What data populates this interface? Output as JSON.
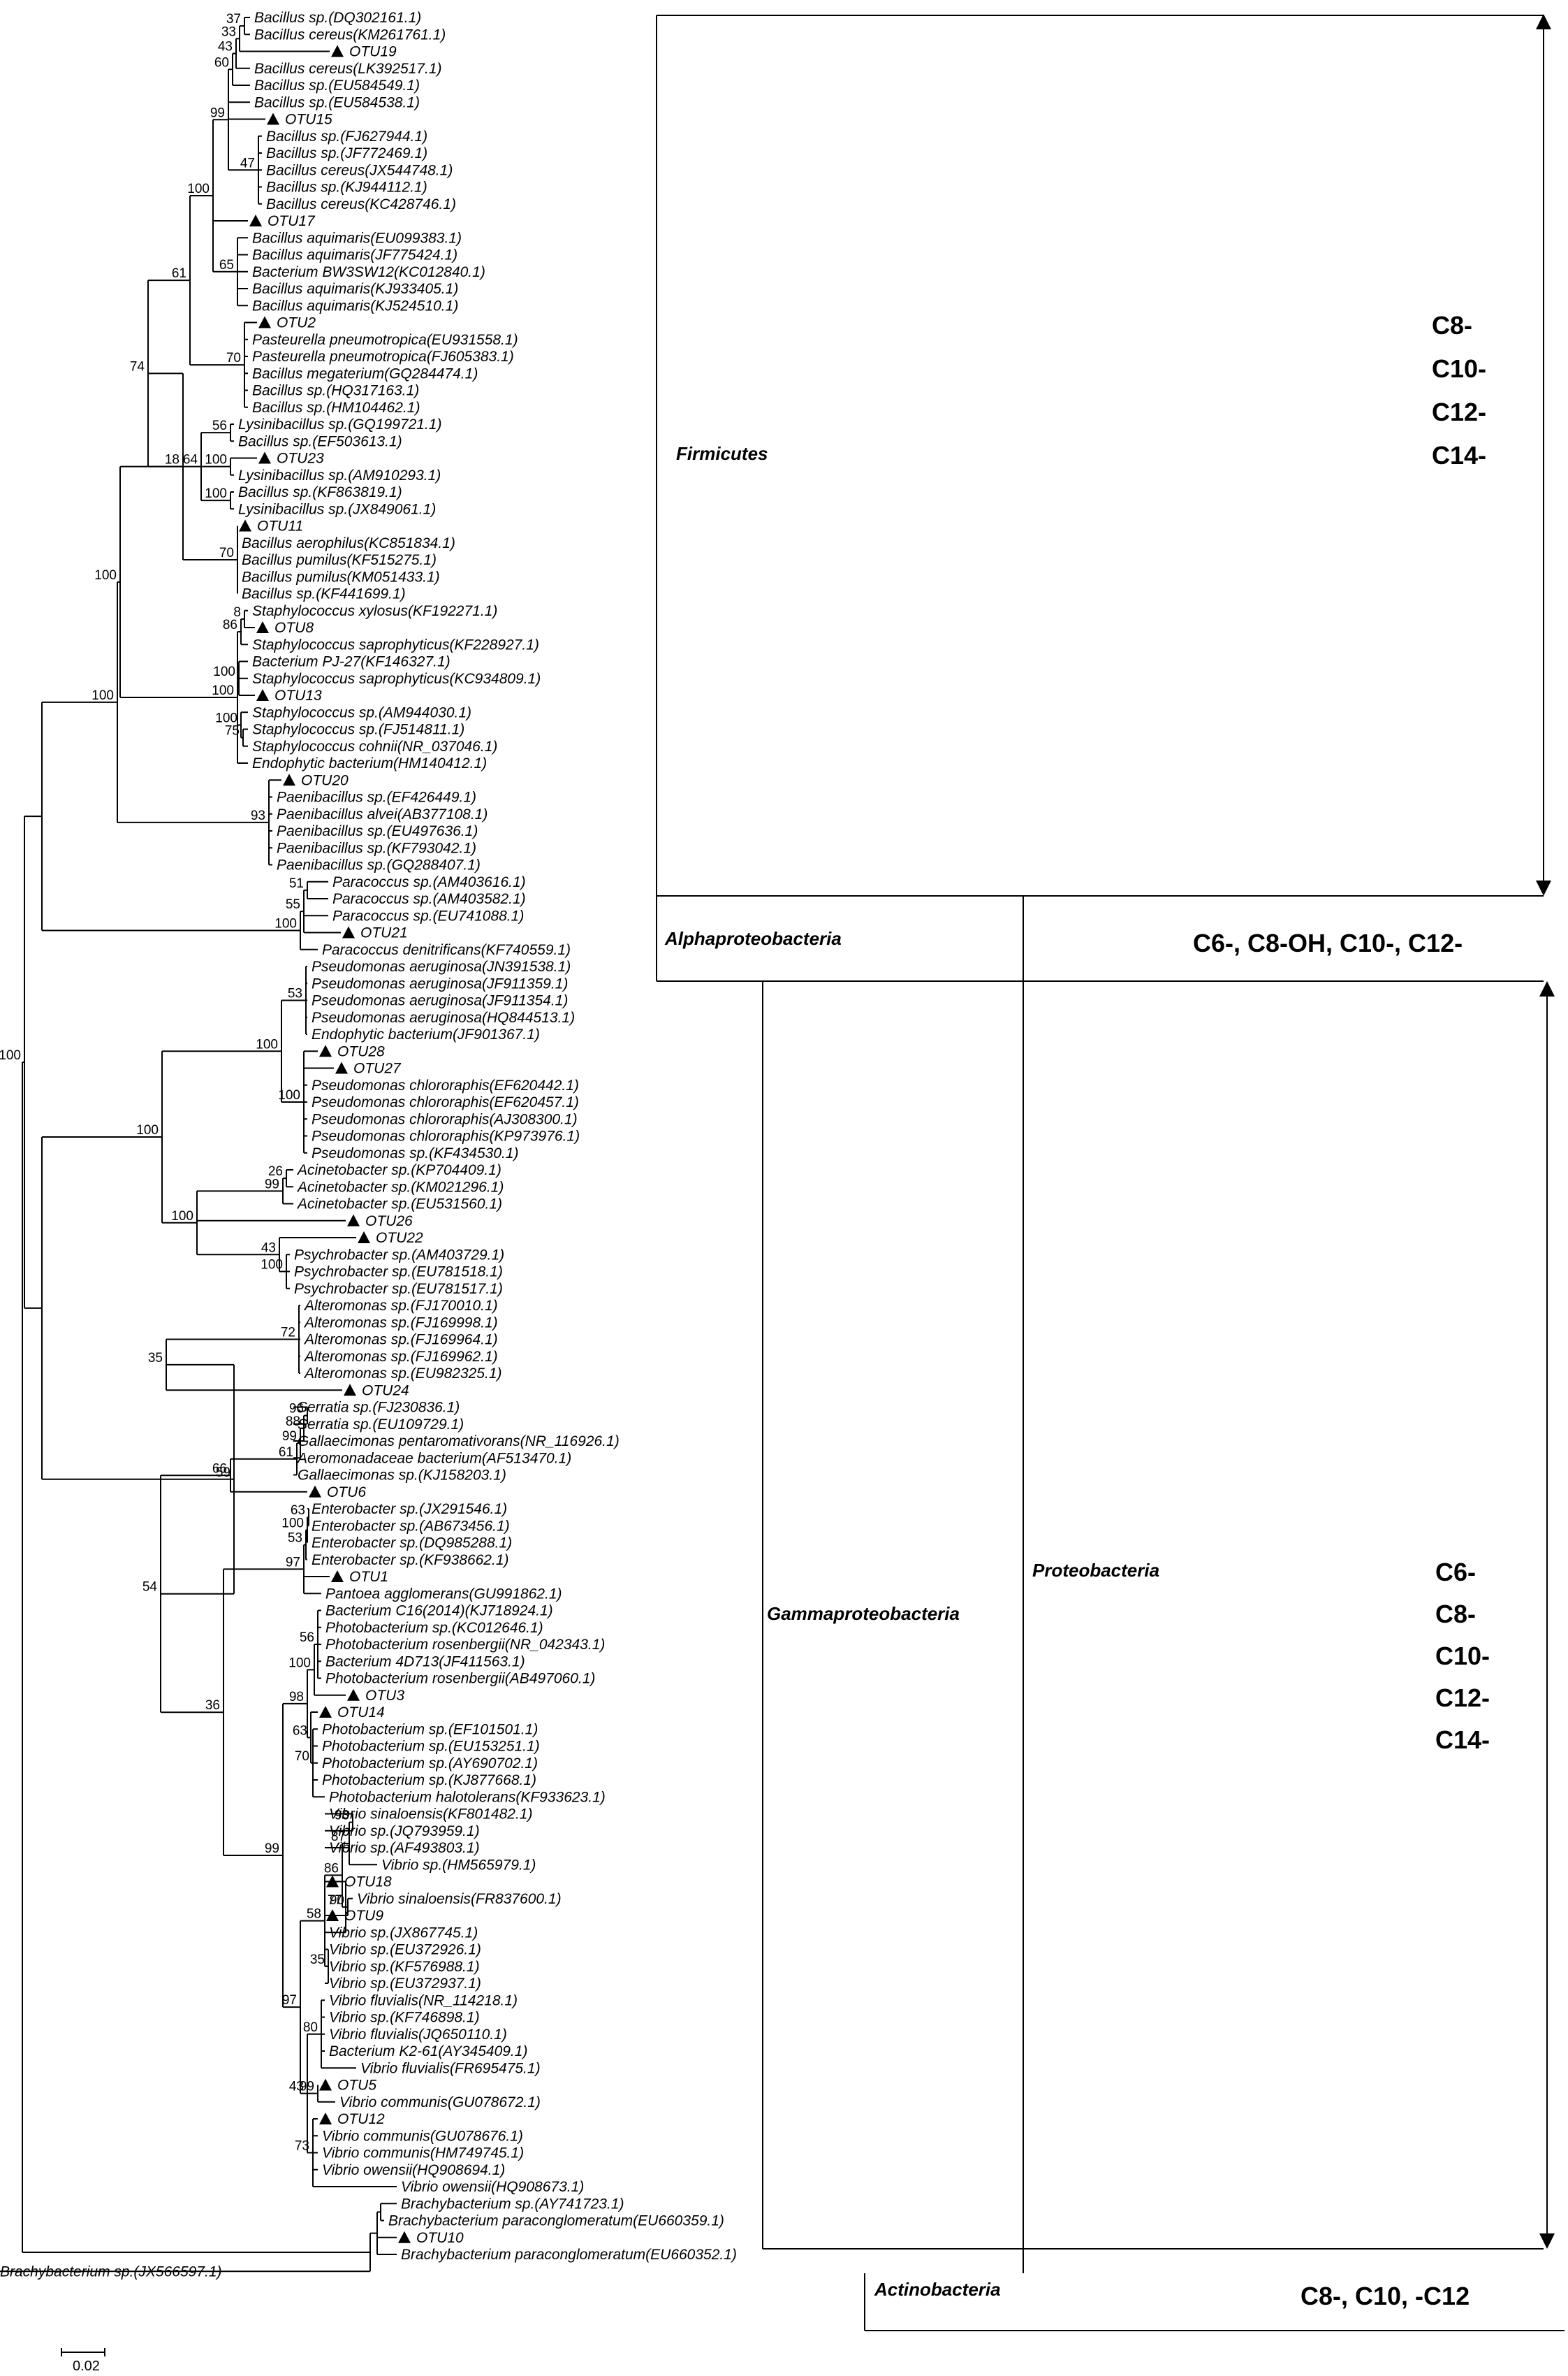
{
  "tree": {
    "leaves": [
      "Bacillus sp.(DQ302161.1)",
      "Bacillus cereus(KM261761.1)",
      "OTU19",
      "Bacillus cereus(LK392517.1)",
      "Bacillus sp.(EU584549.1)",
      "Bacillus sp.(EU584538.1)",
      "OTU15",
      "Bacillus sp.(FJ627944.1)",
      "Bacillus sp.(JF772469.1)",
      "Bacillus cereus(JX544748.1)",
      "Bacillus sp.(KJ944112.1)",
      "Bacillus cereus(KC428746.1)",
      "OTU17",
      "Bacillus aquimaris(EU099383.1)",
      "Bacillus aquimaris(JF775424.1)",
      "Bacterium BW3SW12(KC012840.1)",
      "Bacillus aquimaris(KJ933405.1)",
      "Bacillus aquimaris(KJ524510.1)",
      "OTU2",
      "Pasteurella pneumotropica(EU931558.1)",
      "Pasteurella pneumotropica(FJ605383.1)",
      "Bacillus megaterium(GQ284474.1)",
      "Bacillus sp.(HQ317163.1)",
      "Bacillus sp.(HM104462.1)",
      "Lysinibacillus sp.(GQ199721.1)",
      "Bacillus sp.(EF503613.1)",
      "OTU23",
      "Lysinibacillus sp.(AM910293.1)",
      "Bacillus sp.(KF863819.1)",
      "Lysinibacillus sp.(JX849061.1)",
      "OTU11",
      "Bacillus aerophilus(KC851834.1)",
      "Bacillus pumilus(KF515275.1)",
      "Bacillus pumilus(KM051433.1)",
      "Bacillus sp.(KF441699.1)",
      "Staphylococcus xylosus(KF192271.1)",
      "OTU8",
      "Staphylococcus saprophyticus(KF228927.1)",
      "Bacterium PJ-27(KF146327.1)",
      "Staphylococcus saprophyticus(KC934809.1)",
      "OTU13",
      "Staphylococcus sp.(AM944030.1)",
      "Staphylococcus sp.(FJ514811.1)",
      "Staphylococcus cohnii(NR_037046.1)",
      "Endophytic bacterium(HM140412.1)",
      "OTU20",
      "Paenibacillus sp.(EF426449.1)",
      "Paenibacillus alvei(AB377108.1)",
      "Paenibacillus sp.(EU497636.1)",
      "Paenibacillus sp.(KF793042.1)",
      "Paenibacillus sp.(GQ288407.1)",
      "Paracoccus sp.(AM403616.1)",
      "Paracoccus sp.(AM403582.1)",
      "Paracoccus sp.(EU741088.1)",
      "OTU21",
      "Paracoccus denitrificans(KF740559.1)",
      "Pseudomonas aeruginosa(JN391538.1)",
      "Pseudomonas aeruginosa(JF911359.1)",
      "Pseudomonas aeruginosa(JF911354.1)",
      "Pseudomonas aeruginosa(HQ844513.1)",
      "Endophytic bacterium(JF901367.1)",
      "OTU28",
      "OTU27",
      "Pseudomonas chlororaphis(EF620442.1)",
      "Pseudomonas chlororaphis(EF620457.1)",
      "Pseudomonas chlororaphis(AJ308300.1)",
      "Pseudomonas chlororaphis(KP973976.1)",
      "Pseudomonas sp.(KF434530.1)",
      "Acinetobacter sp.(KP704409.1)",
      "Acinetobacter sp.(KM021296.1)",
      "Acinetobacter sp.(EU531560.1)",
      "OTU26",
      "OTU22",
      "Psychrobacter sp.(AM403729.1)",
      "Psychrobacter sp.(EU781518.1)",
      "Psychrobacter sp.(EU781517.1)",
      "Alteromonas sp.(FJ170010.1)",
      "Alteromonas sp.(FJ169998.1)",
      "Alteromonas sp.(FJ169964.1)",
      "Alteromonas sp.(FJ169962.1)",
      "Alteromonas sp.(EU982325.1)",
      "OTU24",
      "Serratia sp.(FJ230836.1)",
      "Serratia sp.(EU109729.1)",
      "Gallaecimonas pentaromativorans(NR_116926.1)",
      "Aeromonadaceae bacterium(AF513470.1)",
      "Gallaecimonas sp.(KJ158203.1)",
      "OTU6",
      "Enterobacter sp.(JX291546.1)",
      "Enterobacter sp.(AB673456.1)",
      "Enterobacter sp.(DQ985288.1)",
      "Enterobacter sp.(KF938662.1)",
      "OTU1",
      "Pantoea agglomerans(GU991862.1)",
      "Bacterium C16(2014)(KJ718924.1)",
      "Photobacterium sp.(KC012646.1)",
      "Photobacterium rosenbergii(NR_042343.1)",
      "Bacterium 4D713(JF411563.1)",
      "Photobacterium rosenbergii(AB497060.1)",
      "OTU3",
      "OTU14",
      "Photobacterium sp.(EF101501.1)",
      "Photobacterium sp.(EU153251.1)",
      "Photobacterium sp.(AY690702.1)",
      "Photobacterium sp.(KJ877668.1)",
      "Photobacterium halotolerans(KF933623.1)",
      "Vibrio sinaloensis(KF801482.1)",
      "Vibrio sp.(JQ793959.1)",
      "Vibrio sp.(AF493803.1)",
      "Vibrio sp.(HM565979.1)",
      "OTU18",
      "Vibrio sinaloensis(FR837600.1)",
      "OTU9",
      "Vibrio sp.(JX867745.1)",
      "Vibrio sp.(EU372926.1)",
      "Vibrio sp.(KF576988.1)",
      "Vibrio sp.(EU372937.1)",
      "Vibrio fluvialis(NR_114218.1)",
      "Vibrio sp.(KF746898.1)",
      "Vibrio fluvialis(JQ650110.1)",
      "Bacterium K2-61(AY345409.1)",
      "Vibrio fluvialis(FR695475.1)",
      "OTU5",
      "Vibrio communis(GU078672.1)",
      "OTU12",
      "Vibrio communis(GU078676.1)",
      "Vibrio communis(HM749745.1)",
      "Vibrio owensii(HQ908694.1)",
      "Vibrio owensii(HQ908673.1)",
      "Brachybacterium sp.(AY741723.1)",
      "Brachybacterium paraconglomeratum(EU660359.1)",
      "OTU10",
      "Brachybacterium paraconglomeratum(EU660352.1)",
      "Brachybacterium sp.(JX566597.1)"
    ],
    "bootstrap_values": [
      "37",
      "33",
      "43",
      "60",
      "47",
      "99",
      "65",
      "100",
      "70",
      "61",
      "56",
      "100",
      "100",
      "64",
      "74",
      "70",
      "18",
      "8",
      "86",
      "100",
      "75",
      "100",
      "100",
      "100",
      "93",
      "100",
      "51",
      "55",
      "100",
      "53",
      "100",
      "100",
      "26",
      "99",
      "100",
      "43",
      "100",
      "100",
      "72",
      "35",
      "96",
      "88",
      "99",
      "61",
      "66",
      "63",
      "100",
      "53",
      "97",
      "56",
      "100",
      "70",
      "63",
      "98",
      "93",
      "87",
      "90",
      "77",
      "86",
      "35",
      "58",
      "80",
      "99",
      "73",
      "43",
      "97",
      "99",
      "36",
      "54",
      "59",
      "100"
    ],
    "scale_bar": "0.02"
  },
  "groups": {
    "firmicutes": "Firmicutes",
    "alphaproteobacteria": "Alphaproteobacteria",
    "gammaproteobacteria": "Gammaproteobacteria",
    "proteobacteria": "Proteobacteria",
    "actinobacteria": "Actinobacteria"
  },
  "ahl_profiles": {
    "firmicutes": [
      "C8-",
      "C10-",
      "C12-",
      "C14-"
    ],
    "alphaproteobacteria": "C6-, C8-OH, C10-, C12-",
    "proteobacteria": [
      "C6-",
      "C8-",
      "C10-",
      "C12-",
      "C14-"
    ],
    "actinobacteria": "C8-, C10, -C12"
  }
}
